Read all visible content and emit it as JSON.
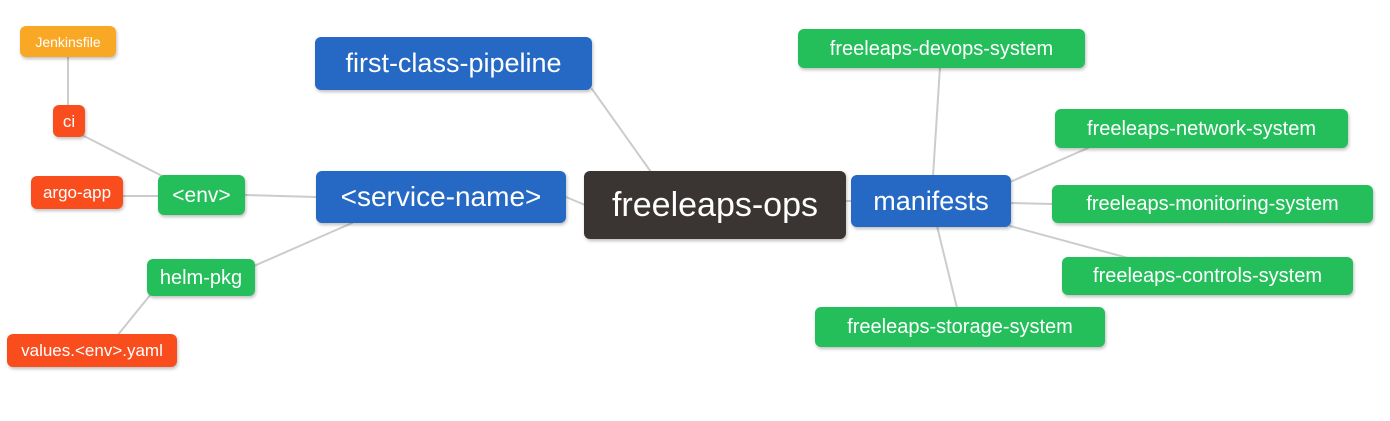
{
  "colors": {
    "background": "#ffffff",
    "text": "#ffffff",
    "edge": "#cccccc",
    "dark": "#3a3533",
    "blue": "#2569c4",
    "green": "#24bf5b",
    "red": "#f94d1e",
    "orange": "#f9a825"
  },
  "diagram": {
    "type": "mindmap",
    "nodes": [
      {
        "id": "freeleaps-ops",
        "label": "freeleaps-ops",
        "color": "dark"
      },
      {
        "id": "first-class-pipeline",
        "label": "first-class-pipeline",
        "color": "blue"
      },
      {
        "id": "service-name",
        "label": "<service-name>",
        "color": "blue"
      },
      {
        "id": "env",
        "label": "<env>",
        "color": "green"
      },
      {
        "id": "ci",
        "label": "ci",
        "color": "red"
      },
      {
        "id": "jenkinsfile",
        "label": "Jenkinsfile",
        "color": "orange"
      },
      {
        "id": "argo-app",
        "label": "argo-app",
        "color": "red"
      },
      {
        "id": "helm-pkg",
        "label": "helm-pkg",
        "color": "green"
      },
      {
        "id": "values-env-yaml",
        "label": "values.<env>.yaml",
        "color": "red"
      },
      {
        "id": "manifests",
        "label": "manifests",
        "color": "blue"
      },
      {
        "id": "devops-system",
        "label": "freeleaps-devops-system",
        "color": "green"
      },
      {
        "id": "network-system",
        "label": "freeleaps-network-system",
        "color": "green"
      },
      {
        "id": "monitoring-system",
        "label": "freeleaps-monitoring-system",
        "color": "green"
      },
      {
        "id": "controls-system",
        "label": "freeleaps-controls-system",
        "color": "green"
      },
      {
        "id": "storage-system",
        "label": "freeleaps-storage-system",
        "color": "green"
      }
    ],
    "edges": [
      {
        "from": "jenkinsfile",
        "to": "ci"
      },
      {
        "from": "ci",
        "to": "env"
      },
      {
        "from": "argo-app",
        "to": "env"
      },
      {
        "from": "env",
        "to": "service-name"
      },
      {
        "from": "helm-pkg",
        "to": "service-name"
      },
      {
        "from": "values-env-yaml",
        "to": "helm-pkg"
      },
      {
        "from": "service-name",
        "to": "freeleaps-ops"
      },
      {
        "from": "first-class-pipeline",
        "to": "freeleaps-ops"
      },
      {
        "from": "freeleaps-ops",
        "to": "manifests"
      },
      {
        "from": "manifests",
        "to": "devops-system"
      },
      {
        "from": "manifests",
        "to": "network-system"
      },
      {
        "from": "manifests",
        "to": "monitoring-system"
      },
      {
        "from": "manifests",
        "to": "controls-system"
      },
      {
        "from": "manifests",
        "to": "storage-system"
      }
    ]
  }
}
